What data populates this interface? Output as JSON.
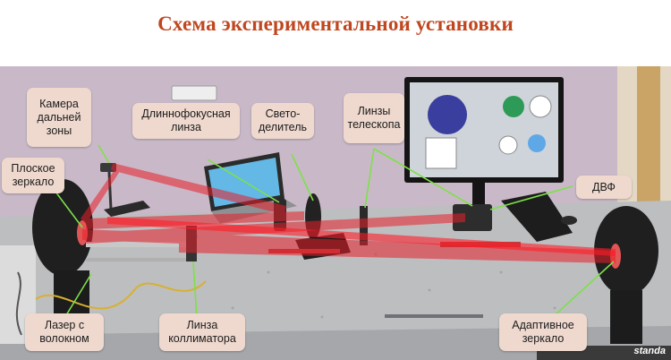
{
  "title": "Схема экспериментальной установки",
  "labels": {
    "camera": "Камера\nдальней\nзоны",
    "long_lens": "Длиннофокусная\nлинза",
    "splitter": "Свето-\nделитель",
    "telescope": "Линзы\nтелескопа",
    "flat_mirror": "Плоское\nзеркало",
    "dvf": "ДВФ",
    "laser": "Лазер с\nволокном",
    "collimator": "Линза\nколлиматора",
    "adaptive": "Адаптивное\nзеркало"
  },
  "brand": "standa",
  "colors": {
    "title": "#c0461f",
    "label_bg": "#efd9cf",
    "pointer": "#7ee04a",
    "beam": "#e8202a"
  }
}
